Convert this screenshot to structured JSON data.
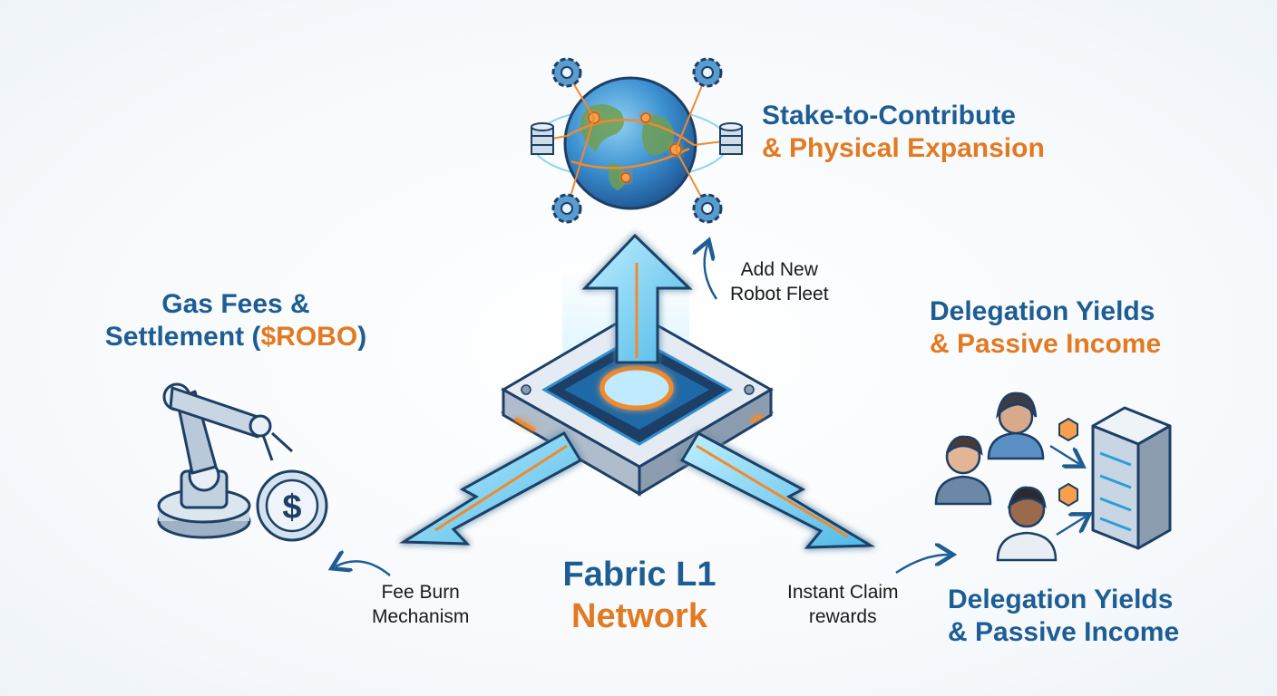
{
  "labels": {
    "stake_line1": "Stake-to-Contribute",
    "stake_line2": "& Physical Expansion",
    "gas_line1": "Gas Fees &",
    "gas_line2_a": "Settlement (",
    "gas_line2_b": "$ROBO",
    "gas_line2_c": ")",
    "deleg_top_line1": "Delegation Yields",
    "deleg_top_line2": "& Passive Income",
    "deleg_bottom_line1": "Delegation Yields",
    "deleg_bottom_line2": "& Passive Income",
    "center_line1": "Fabric L1",
    "center_line2": "Network",
    "add_fleet_line1": "Add New",
    "add_fleet_line2": "Robot Fleet",
    "fee_burn_line1": "Fee Burn",
    "fee_burn_line2": "Mechanism",
    "claim_line1": "Instant Claim",
    "claim_line2": "rewards",
    "coin_symbol": "$"
  },
  "colors": {
    "blue": "#1d5d94",
    "orange": "#e27a22",
    "glow": "#5cc8f0"
  },
  "icons": [
    "globe-icon",
    "gear-icon",
    "database-icon",
    "robot-arm-icon",
    "coin-icon",
    "person-icon",
    "server-rack-icon",
    "token-icon"
  ]
}
